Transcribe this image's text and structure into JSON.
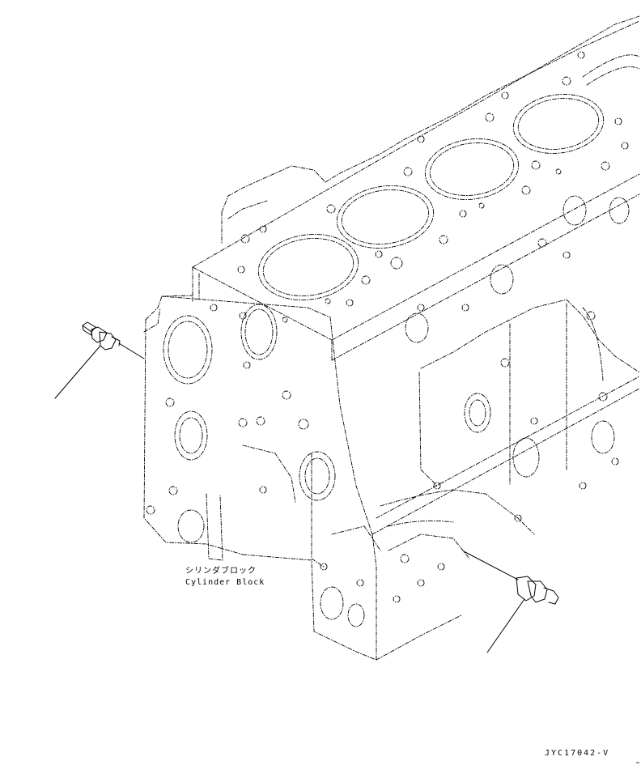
{
  "labels": {
    "part_name_jp": "シリンダブロック",
    "part_name_en": "Cylinder Block"
  },
  "figure_code": "JYC17042-V",
  "colors": {
    "line": "#000000",
    "background": "#ffffff"
  },
  "icons": {
    "sensor_left": "sensor-plug-icon",
    "sensor_right": "sensor-plug-icon"
  }
}
